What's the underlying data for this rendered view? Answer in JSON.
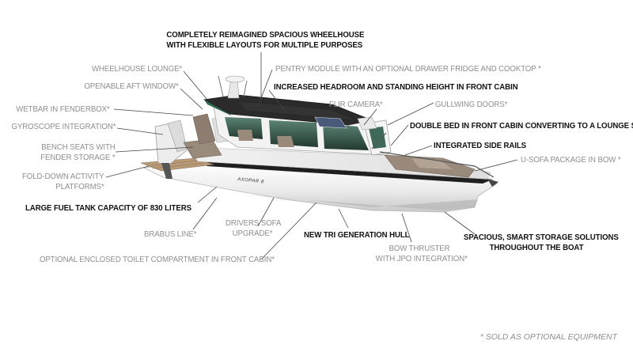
{
  "labels": {
    "wheelhouse_main": [
      "COMPLETELY REIMAGINED SPACIOUS WHEELHOUSE",
      "WITH FLEXIBLE LAYOUTS FOR MULTIPLE PURPOSES"
    ],
    "wheelhouse_lounge": "WHEELHOUSE LOUNGE*",
    "openable_aft_window": "OPENABLE AFT WINDOW*",
    "wetbar": "WETBAR IN FENDERBOX*",
    "gyroscope": "GYROSCOPE INTEGRATION*",
    "bench_seats": [
      "BENCH SEATS WITH",
      "FENDER STORAGE *"
    ],
    "fold_down": [
      "FOLD-DOWN ACTIVITY",
      "PLATFORMS*"
    ],
    "fuel_tank": "LARGE FUEL TANK CAPACITY OF 830 LITERS",
    "brabus_line": "BRABUS LINE*",
    "drivers_sofa": [
      "DRIVERS SOFA",
      "UPGRADE*"
    ],
    "toilet": "OPTIONAL ENCLOSED TOILET COMPARTMENT IN FRONT CABIN*",
    "pentry": "PENTRY MODULE WITH AN OPTIONAL DRAWER FRIDGE AND COOKTOP *",
    "headroom": "INCREASED HEADROOM AND STANDING HEIGHT IN FRONT CABIN",
    "flir": "FLIR CAMERA*",
    "gullwing": "GULLWING DOORS*",
    "double_bed": "DOUBLE BED IN FRONT CABIN CONVERTING TO A LOUNGE SOFA",
    "side_rails": "INTEGRATED SIDE RAILS",
    "u_sofa": "U-SOFA PACKAGE IN BOW *",
    "hull": "NEW TRI GENERATION HULL",
    "bow_thruster": [
      "BOW THRUSTER",
      "WITH JPO INTEGRATION*"
    ],
    "storage": [
      "SPACIOUS, SMART STORAGE SOLUTIONS",
      "THROUGHOUT THE BOAT"
    ]
  },
  "hull_text": "AXOPAR 8",
  "footnote": "*  SOLD AS OPTIONAL EQUIPMENT",
  "colors": {
    "standard_text": "#111111",
    "optional_text": "#8f8f8f",
    "hull_white": "#f4f4f4",
    "roof_dark": "#2b2b2b",
    "glass_green": "#3f6a5a",
    "cushion_brown": "#9a8a7c",
    "teak": "#b89a78"
  }
}
